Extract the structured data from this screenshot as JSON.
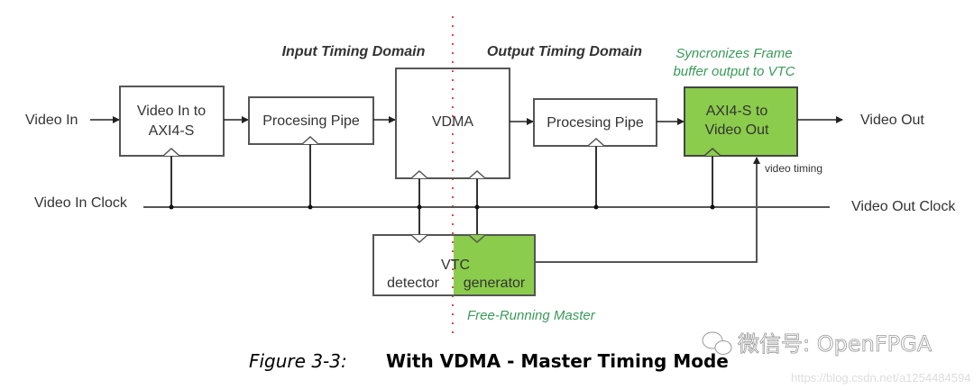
{
  "diagram": {
    "domains": {
      "input": "Input Timing Domain",
      "output": "Output Timing Domain"
    },
    "notes": {
      "sync_line1": "Syncronizes Frame",
      "sync_line2": "buffer output to VTC",
      "free_running": "Free-Running Master"
    },
    "blocks": {
      "video_in_to_axi_line1": "Video In to",
      "video_in_to_axi_line2": "AXI4-S",
      "proc_pipe_in": "Procesing Pipe",
      "vdma": "VDMA",
      "proc_pipe_out": "Procesing Pipe",
      "axi_to_video_out_line1": "AXI4-S to",
      "axi_to_video_out_line2": "Video Out",
      "vtc": "VTC",
      "vtc_detector": "detector",
      "vtc_generator": "generator"
    },
    "signals": {
      "video_in": "Video In",
      "video_out": "Video Out",
      "video_in_clock": "Video In Clock",
      "video_out_clock": "Video Out Clock",
      "video_timing": "video timing"
    },
    "colors": {
      "green_block": "#8bcc4c",
      "green_text": "#3a9a5a",
      "domain_divider": "#e04848",
      "line": "#444444"
    }
  },
  "caption": {
    "figure": "Figure 3-3:",
    "title": "With VDMA - Master Timing Mode"
  },
  "watermark": {
    "text": "微信号: OpenFPGA",
    "url": "https://blog.csdn.net/a1254484594"
  }
}
